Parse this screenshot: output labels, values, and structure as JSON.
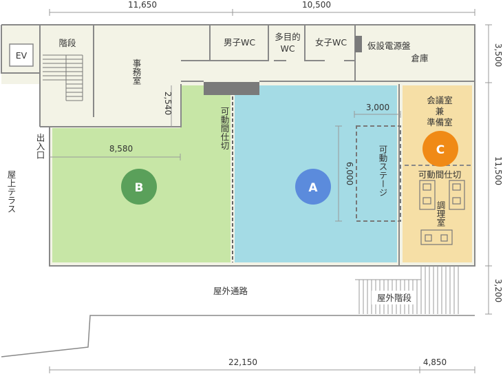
{
  "dimensions": {
    "top_left": "11,650",
    "top_right": "10,500",
    "bottom_left": "22,150",
    "bottom_right": "4,850",
    "right_top": "3,500",
    "right_middle": "11,500",
    "right_bottom": "3,200",
    "b_width": "8,580",
    "office_depth": "2,540",
    "stage_width": "3,000",
    "stage_depth": "6,000"
  },
  "rooms": {
    "ev": "EV",
    "stairs": "階段",
    "office": "事務室",
    "mens_wc": "男子WC",
    "multi_wc_1": "多目的",
    "multi_wc_2": "WC",
    "womens_wc": "女子WC",
    "power_panel": "仮設電源盤",
    "storage": "倉庫",
    "entrance": "出入口",
    "rooftop_terrace": "屋上テラス",
    "movable_partition_1": "可動間仕切",
    "movable_stage": "可動ステージ",
    "meeting_room_1": "会議室",
    "meeting_room_2": "兼",
    "meeting_room_3": "準備室",
    "movable_partition_2": "可動間仕切",
    "cooking_room": "調理室",
    "outdoor_passage": "屋外通路",
    "outdoor_stairs": "屋外階段"
  },
  "zones": {
    "a": "A",
    "b": "B",
    "c": "C"
  },
  "colors": {
    "zone_a": "#a4dbe5",
    "zone_a_marker": "#5b8bdc",
    "zone_b": "#c7e6a6",
    "zone_b_marker": "#5aa05a",
    "zone_c": "#f6dfa6",
    "zone_c_marker": "#f08a16",
    "wall": "#888888",
    "service_area": "#f3f3e6"
  }
}
